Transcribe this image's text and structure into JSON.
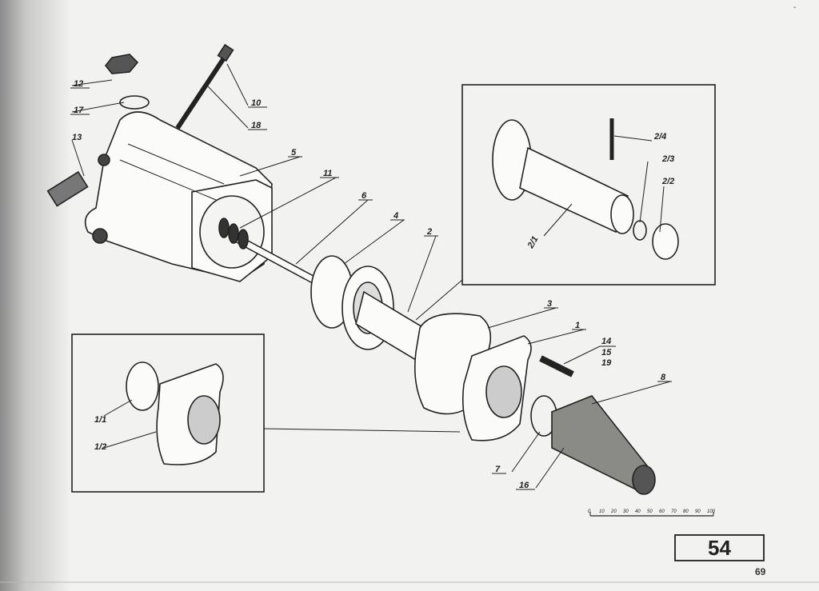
{
  "figure_number": "54",
  "page_number": "69",
  "top_mark": "-",
  "part_labels": {
    "p12": "12",
    "p17": "17",
    "p13": "13",
    "p10": "10",
    "p18": "18",
    "p5": "5",
    "p11": "11",
    "p6": "6",
    "p4": "4",
    "p2": "2",
    "p3": "3",
    "p1": "1",
    "p14": "14",
    "p15": "15",
    "p19": "19",
    "p8": "8",
    "p7": "7",
    "p16": "16"
  },
  "inset_top_labels": {
    "p2_1": "2/1",
    "p2_2": "2/2",
    "p2_3": "2/3",
    "p2_4": "2/4"
  },
  "inset_bottom_labels": {
    "p1_1": "1/1",
    "p1_2": "1/2"
  },
  "scale_bar": {
    "ticks": [
      "0",
      "10",
      "20",
      "30",
      "40",
      "50",
      "60",
      "70",
      "80",
      "90",
      "100"
    ]
  },
  "colors": {
    "ink": "#222222",
    "paper": "#f2f2f0"
  }
}
